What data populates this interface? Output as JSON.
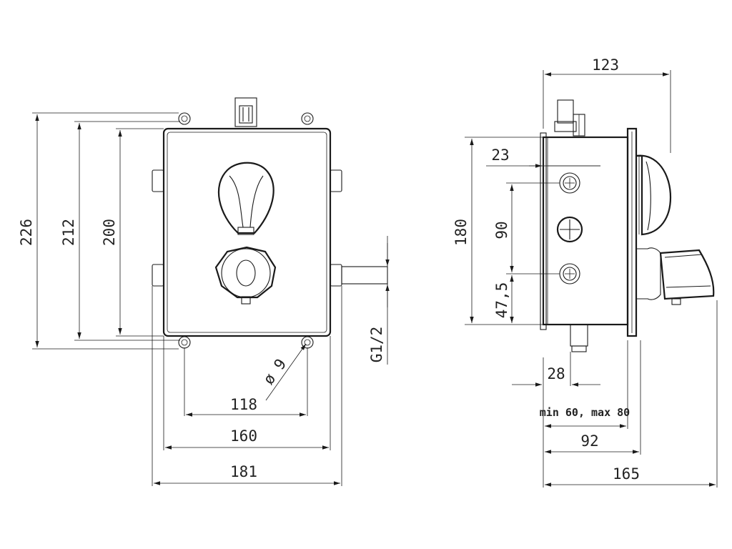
{
  "front_view": {
    "dimensions": {
      "overall_height": "226",
      "mount_height": "212",
      "body_height": "200",
      "hole_spacing": "118",
      "body_width": "160",
      "overall_width": "181",
      "hole_diameter": "ø 9",
      "connection": "G1/2"
    }
  },
  "side_view": {
    "dimensions": {
      "overall_depth": "123",
      "top_offset": "23",
      "port_spacing": "90",
      "body_height": "180",
      "bottom_offset": "47,5",
      "port_depth": "28",
      "install_range": "min 60, max 80",
      "body_depth": "92",
      "total_depth": "165"
    }
  }
}
